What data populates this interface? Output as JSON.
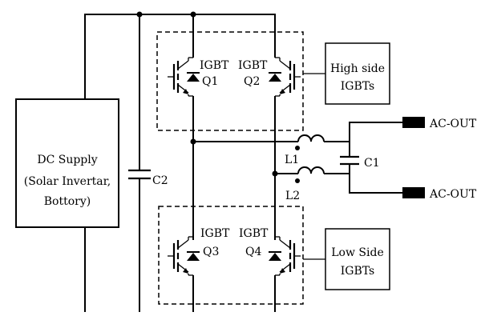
{
  "dc_supply": {
    "line1": "DC Supply",
    "line2": "(Solar Invertar,",
    "line3": "Bottory)"
  },
  "capacitor_c2": "C2",
  "capacitor_c1": "C1",
  "inductor_l1": "L1",
  "inductor_l2": "L2",
  "transistors": {
    "q1": {
      "type": "IGBT",
      "name": "Q1"
    },
    "q2": {
      "type": "IGBT",
      "name": "Q2"
    },
    "q3": {
      "type": "IGBT",
      "name": "Q3"
    },
    "q4": {
      "type": "IGBT",
      "name": "Q4"
    }
  },
  "high_side": {
    "line1": "High side",
    "line2": "IGBTs"
  },
  "low_side": {
    "line1": "Low Side",
    "line2": "IGBTs"
  },
  "outputs": {
    "ac_out_top": "AC-OUT",
    "ac_out_bottom": "AC-OUT"
  }
}
